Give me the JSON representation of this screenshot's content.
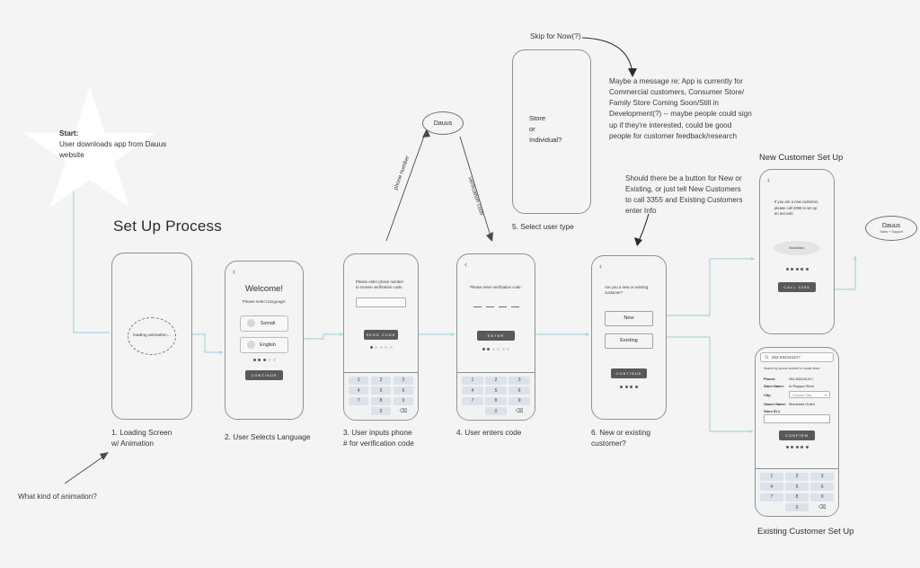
{
  "board": {
    "title": "Set Up Process",
    "start_note": "Start:\nUser downloads app from Dauus website",
    "start_label": "Start:",
    "start_body": "User downloads app from Dauus website",
    "bottom_question": "What kind of animation?"
  },
  "nodes": {
    "dauus_center": {
      "main": "Dauus",
      "sub": ""
    },
    "dauus_support": {
      "main": "Dauus",
      "sub": "Sales + Support"
    }
  },
  "edges": {
    "phone_number": "phone number",
    "verification_code": "verification code",
    "skip_for_now": "Skip for Now(?)"
  },
  "annotations": {
    "message_note": "Maybe a message re: App is currently for Commercial customers, Consumer Store/ Family Store Coming Soon/Still in Development(?) -- maybe people could sign up if they're interested, could be good people for customer feedback/research",
    "button_note": "Should there be a button for New or Existing, or just tell New Customers to call 3355 and Existing Customers enter Info"
  },
  "group_labels": {
    "new_customer": "New Customer Set Up",
    "existing_customer": "Existing Customer Set Up"
  },
  "screens": [
    {
      "id": "loading",
      "caption": "1. Loading Screen\nw/ Animation",
      "loading_text": "loading\nanimation..."
    },
    {
      "id": "language",
      "caption": "2. User Selects Language",
      "title": "Welcome!",
      "subtitle": "Please select language:",
      "options": [
        "Somali",
        "English"
      ],
      "button": "CONTINUE",
      "dots_total": 5,
      "dots_active": 3
    },
    {
      "id": "phone",
      "caption": "3. User inputs phone\n# for verification code",
      "prompt": "Please enter phone number to receive verification code:",
      "input_value": "",
      "button": "SEND CODE",
      "dots_total": 5,
      "dots_active": 1,
      "keypad": [
        "1",
        "2",
        "3",
        "4",
        "5",
        "6",
        "7",
        "8",
        "9",
        "",
        "0",
        "⌫"
      ]
    },
    {
      "id": "code",
      "caption": "4. User enters code",
      "prompt": "Please enter verification code:",
      "code_slots": 4,
      "button": "ENTER",
      "dots_total": 6,
      "dots_active": 2,
      "keypad": [
        "1",
        "2",
        "3",
        "4",
        "5",
        "6",
        "7",
        "8",
        "9",
        "",
        "0",
        "⌫"
      ]
    },
    {
      "id": "usertype",
      "caption": "5. Select user type",
      "prompt": "Store\nor\nIndividual?"
    },
    {
      "id": "newexisting",
      "caption": "6. New or existing\ncustomer?",
      "prompt": "Are you a new or existing customer?",
      "options": [
        "New",
        "Existing"
      ],
      "button": "CONTINUE",
      "dots_total": 4,
      "dots_active": 4
    },
    {
      "id": "newcustomer",
      "caption": "",
      "prompt": "If you are a new customer, please call 3355 to set up an account.",
      "illustration": "Illustration",
      "button": "CALL 3355",
      "dots_total": 5,
      "dots_active": 5
    },
    {
      "id": "existingcustomer",
      "caption": "",
      "search_value": "252-63415121?",
      "search_hint": "Search by phone number to locate store",
      "form": [
        {
          "label": "Phone:",
          "value": "252-63415121?"
        },
        {
          "label": "Store Name:",
          "value": "Al Rayyan Store"
        },
        {
          "label": "City:",
          "value": "Choose City",
          "type": "select"
        },
        {
          "label": "Owner Name:",
          "value": "Mohamed Guled"
        },
        {
          "label": "Store ID #",
          "value": "",
          "type": "input"
        }
      ],
      "button": "CONFIRM",
      "dots_total": 5,
      "dots_active": 5,
      "keypad": [
        "1",
        "2",
        "3",
        "4",
        "5",
        "6",
        "7",
        "8",
        "9",
        "",
        "0",
        "⌫"
      ]
    }
  ],
  "colors": {
    "background": "#f4f4f4",
    "wire": "#a8d6dd",
    "frame": "#8f9194",
    "dark_button": "#595959",
    "key": "#dde2e9"
  }
}
